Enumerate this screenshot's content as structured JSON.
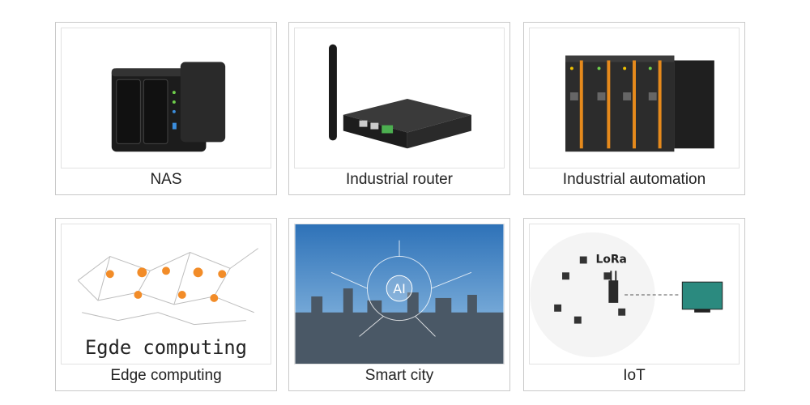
{
  "cards": [
    {
      "label": "NAS",
      "icon": "nas-device-image"
    },
    {
      "label": "Industrial router",
      "icon": "industrial-router-image"
    },
    {
      "label": "Industrial automation",
      "icon": "industrial-automation-image"
    },
    {
      "label": "Edge computing",
      "icon": "edge-computing-image",
      "image_text": "Egde computing"
    },
    {
      "label": "Smart city",
      "icon": "smart-city-image",
      "image_text": "AI"
    },
    {
      "label": "IoT",
      "icon": "iot-image",
      "image_text": "LoRa"
    }
  ]
}
